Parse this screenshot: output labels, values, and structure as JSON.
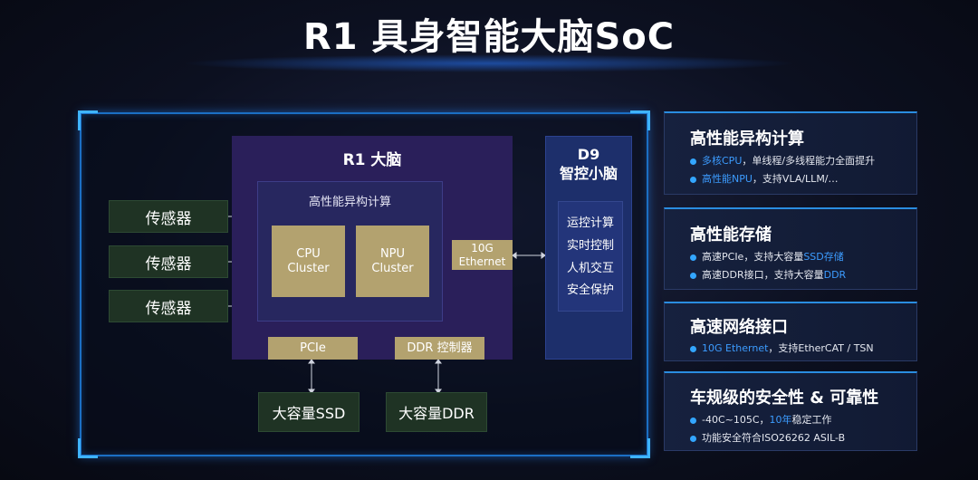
{
  "title": "R1 具身智能大脑SoC",
  "diagram": {
    "sensors": [
      "传感器",
      "传感器",
      "传感器"
    ],
    "r1_label": "R1 大脑",
    "compute_label": "高性能异构计算",
    "cpu_label": "CPU\nCluster",
    "npu_label": "NPU\nCluster",
    "ethernet_label": "10G\nEthernet",
    "pcie_label": "PCIe",
    "ddr_ctrl_label": "DDR 控制器",
    "d9_label": "D9\n智控小脑",
    "d9_functions": [
      "运控计算",
      "实时控制",
      "人机交互",
      "安全保护"
    ],
    "ssd_label": "大容量SSD",
    "ddr_label": "大容量DDR"
  },
  "panels": [
    {
      "title": "高性能异构计算",
      "items": [
        {
          "pre": "",
          "hl": "多核CPU",
          "post": "，单线程/多线程能力全面提升"
        },
        {
          "pre": "",
          "hl": "高性能NPU",
          "post": "，支持VLA/LLM/…"
        }
      ]
    },
    {
      "title": "高性能存储",
      "items": [
        {
          "pre": "高速PCIe，支持大容量",
          "hl": "SSD存储",
          "post": ""
        },
        {
          "pre": "高速DDR接口，支持大容量",
          "hl": "DDR",
          "post": ""
        }
      ]
    },
    {
      "title": "高速网络接口",
      "items": [
        {
          "pre": "",
          "hl": "10G Ethernet",
          "post": "，支持EtherCAT / TSN"
        }
      ]
    },
    {
      "title": "车规级的安全性 & 可靠性",
      "items": [
        {
          "pre": "-40C~105C，",
          "hl": "10年",
          "post": "稳定工作"
        },
        {
          "pre": "功能安全符合ISO26262 ASIL-B",
          "hl": "",
          "post": ""
        }
      ]
    }
  ],
  "colors": {
    "frame": "#1b6fc4",
    "r1_bg": "#2a1f5a",
    "cluster": "#b3a26f",
    "highlight": "#3c9cff",
    "sensor_bg": "#1f3324"
  }
}
